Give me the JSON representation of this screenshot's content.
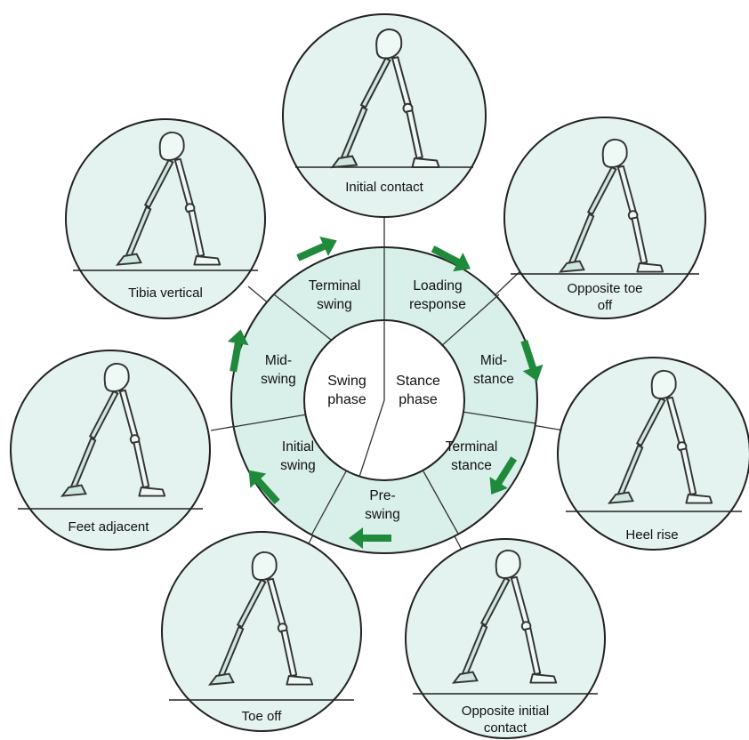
{
  "center": {
    "swing_line1": "Swing",
    "swing_line2": "phase",
    "stance_line1": "Stance",
    "stance_line2": "phase"
  },
  "segments": [
    {
      "line1": "Terminal",
      "line2": "swing"
    },
    {
      "line1": "Loading",
      "line2": "response"
    },
    {
      "line1": "Mid-",
      "line2": "stance"
    },
    {
      "line1": "Terminal",
      "line2": "stance"
    },
    {
      "line1": "Pre-",
      "line2": "swing"
    },
    {
      "line1": "Initial",
      "line2": "swing"
    },
    {
      "line1": "Mid-",
      "line2": "swing"
    }
  ],
  "pictures": [
    {
      "line1": "Initial contact",
      "line2": ""
    },
    {
      "line1": "Opposite toe",
      "line2": "off"
    },
    {
      "line1": "Heel rise",
      "line2": ""
    },
    {
      "line1": "Opposite initial",
      "line2": "contact"
    },
    {
      "line1": "Toe off",
      "line2": ""
    },
    {
      "line1": "Feet adjacent",
      "line2": ""
    },
    {
      "line1": "Tibia vertical",
      "line2": ""
    }
  ],
  "colors": {
    "ring_fill": "#d9efe9",
    "arrow_green": "#1f8a3c",
    "panel_fill": "#e4f3ef",
    "outline": "#222222"
  },
  "icons": [
    "gait-cycle-arrow",
    "skeleton-leg"
  ]
}
